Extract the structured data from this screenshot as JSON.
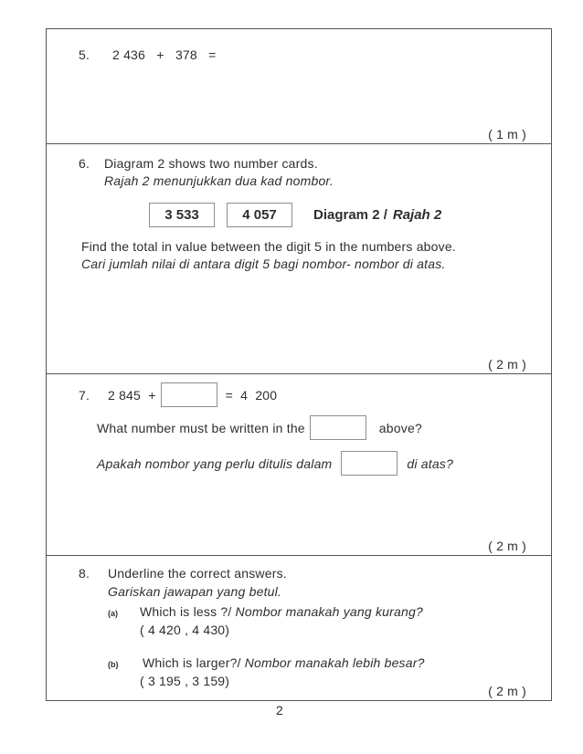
{
  "page": {
    "number": "2"
  },
  "colors": {
    "text": "#2e2e2e",
    "frame_line": "#555555",
    "box_border": "#8f8f8f"
  },
  "questions": {
    "q5": {
      "number": "5.",
      "expression": "2 436   +   378   =",
      "marks": "( 1 m )"
    },
    "q6": {
      "number": "6.",
      "line1_en": "Diagram 2 shows two number cards.",
      "line1_ms": "Rajah 2 menunjukkan dua kad nombor.",
      "cards": [
        "3 533",
        "4 057"
      ],
      "diagram_label_en": "Diagram 2 /",
      "diagram_label_ms": "Rajah 2",
      "task_en": "Find the total in value between the digit 5 in the numbers above.",
      "task_ms": "Cari jumlah nilai di antara digit 5 bagi nombor- nombor di atas.",
      "marks": "( 2 m )"
    },
    "q7": {
      "number": "7.",
      "expr_left": "2 845  +",
      "expr_right": "=  4  200",
      "line2_before": "What number must be written in the",
      "line2_after": "above?",
      "line3_before": "Apakah nombor yang perlu ditulis dalam",
      "line3_after": "di atas?",
      "marks": "( 2 m )"
    },
    "q8": {
      "number": "8.",
      "line1_en": "Underline the correct answers.",
      "line1_ms": "Gariskan jawapan yang betul.",
      "a": {
        "label": "(a)",
        "text_en": "Which is less ?/",
        "text_ms": "Nombor manakah yang kurang?",
        "options": "( 4 420 , 4 430)"
      },
      "b": {
        "label": "(b)",
        "text_en": "Which is larger?/",
        "text_ms": "Nombor manakah lebih besar?",
        "options": "( 3 195 , 3 159)"
      },
      "marks": "( 2 m )"
    }
  }
}
